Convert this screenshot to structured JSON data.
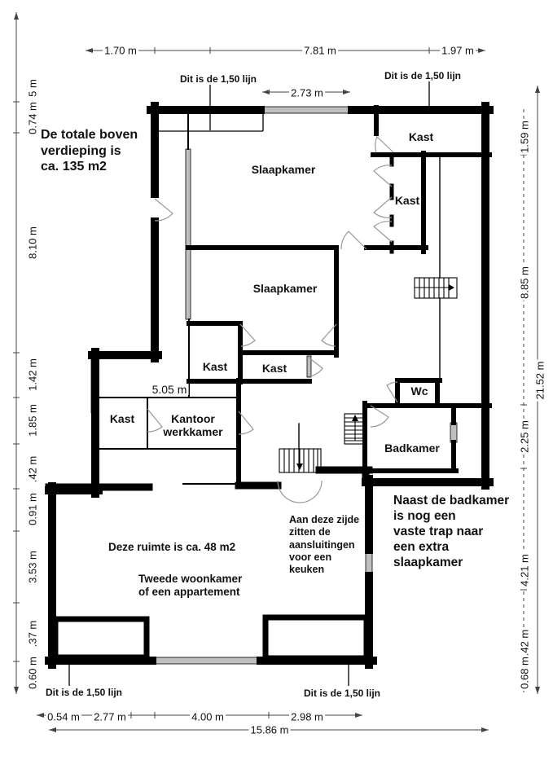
{
  "plan": {
    "line_note": "Dit is de 1,50 lijn",
    "notes": {
      "total_area": "De totale boven\nverdieping is\nca. 135 m2",
      "area48": "Deze ruimte is ca. 48 m2",
      "woonkamer": "Tweede woonkamer\nof een appartement",
      "keuken": "Aan deze zijde\nzitten de\naansluitingen\nvoor een\nkeuken",
      "trap": "Naast de badkamer\nis nog een\nvaste trap naar\neen extra\nslaapkamer"
    },
    "rooms": {
      "slaapkamer1": "Slaapkamer",
      "slaapkamer2": "Slaapkamer",
      "kast_tr": "Kast",
      "kast_r": "Kast",
      "kast_m1": "Kast",
      "kast_m2": "Kast",
      "kast_l": "Kast",
      "kantoor": "Kantoor\nwerkkamer",
      "wc": "Wc",
      "badkamer": "Badkamer"
    },
    "dims": {
      "top": {
        "d1": "1.70 m",
        "d2": "7.81 m",
        "d3": "1.97 m",
        "window": "2.73 m"
      },
      "left": {
        "l0": "5 m",
        "l1": "0.74 m",
        "l2": "8.10 m",
        "l3": "1.42 m",
        "l4": "1.85 m",
        "l5": ".42 m",
        "l6": "0.91 m",
        "l7": "3.53 m",
        "l8": ".37 m",
        "l9": "0.60 m"
      },
      "right": {
        "r1": "1.59 m",
        "r2": "8.85 m",
        "r3": "2.25 m",
        "r4": "4.21 m",
        "r5": ".42 m",
        "r6": "0.68 m",
        "total": "21.52 m"
      },
      "bottom": {
        "b1": "0.54 m",
        "b2": "2.77 m",
        "b3": "4.00 m",
        "b4": "2.98 m",
        "total": "15.86 m"
      },
      "inner": {
        "kantoor_width": "5.05 m"
      }
    },
    "colors": {
      "wall": "#000000",
      "window": "#bfbfbf",
      "door": "#999999"
    }
  }
}
